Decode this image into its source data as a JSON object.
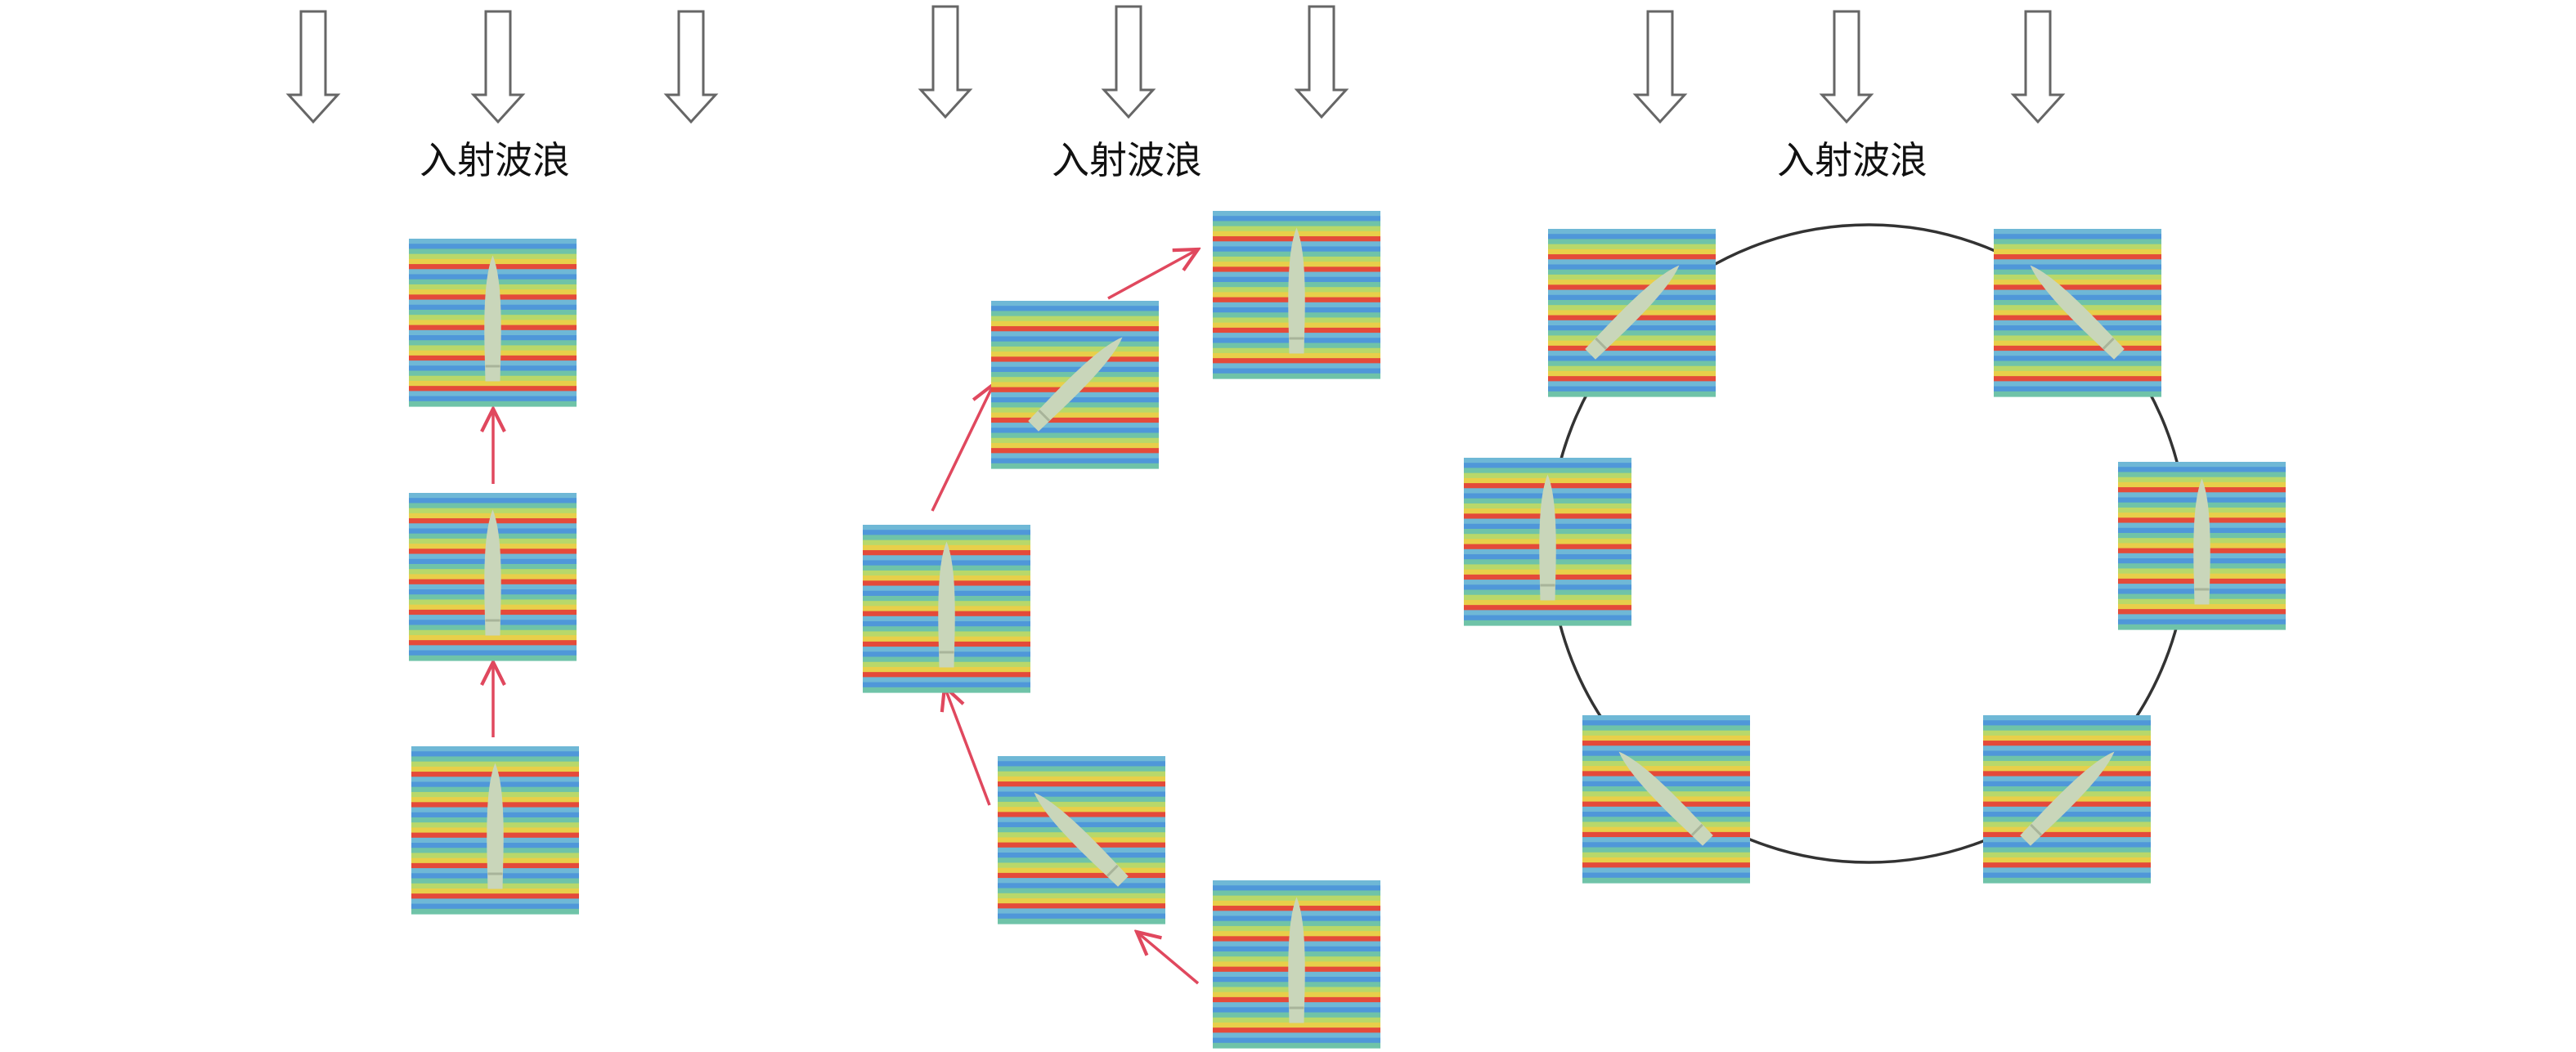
{
  "panels": [
    {
      "id": "straight",
      "label": "入射波浪"
    },
    {
      "id": "turning",
      "label": "入射波浪"
    },
    {
      "id": "circle",
      "label": "入射波浪"
    }
  ],
  "colors": {
    "wave_stripes": [
      "#6fb8d6",
      "#4f97d9",
      "#6fc3a8",
      "#b8d86a",
      "#e8cf4a",
      "#e44a3a"
    ],
    "ship_hull": "#c9d6ba",
    "path_arrow": "#e0485e",
    "incident_arrow": "#666666",
    "circle_path": "#333333"
  },
  "icons": {
    "incident_arrow": "hollow-down-arrow-icon",
    "ship": "ship-icon",
    "path_arrow": "red-arrow-icon"
  }
}
